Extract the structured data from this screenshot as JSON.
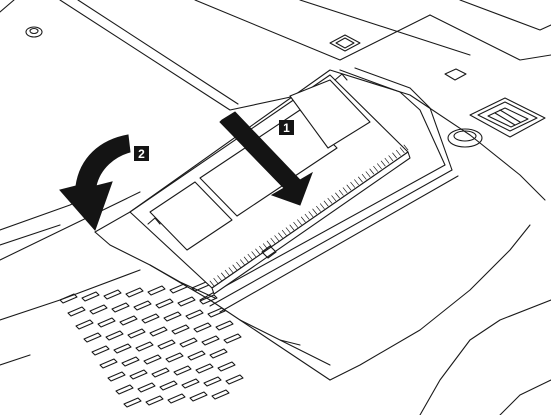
{
  "callouts": [
    {
      "id": "1",
      "label": "1"
    },
    {
      "id": "2",
      "label": "2"
    }
  ],
  "colors": {
    "line": "#1a1a1a",
    "background": "#ffffff",
    "arrow": "#141414",
    "callout_fill": "#141414",
    "callout_text": "#ffffff"
  }
}
